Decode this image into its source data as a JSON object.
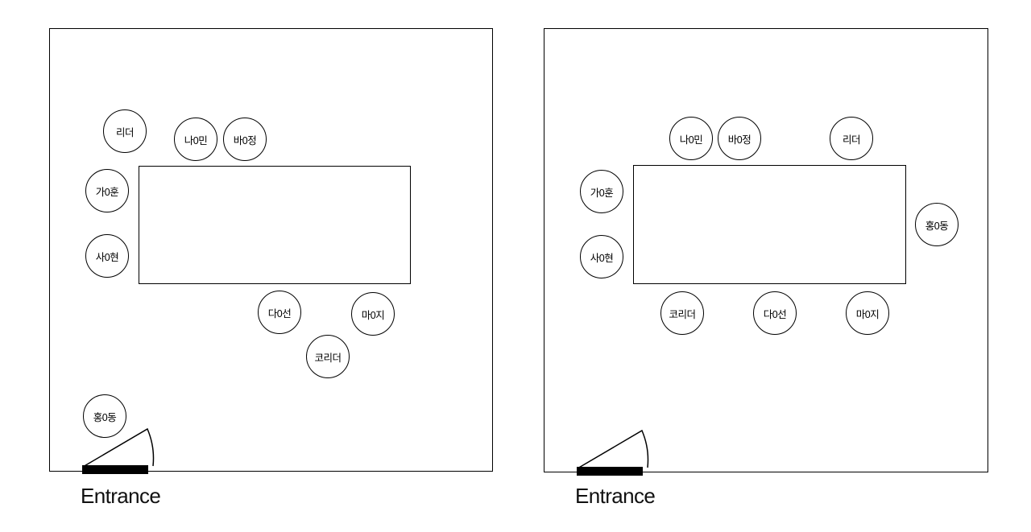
{
  "colors": {
    "line": "#000000",
    "background": "#ffffff",
    "door_fill": "#000000"
  },
  "diagrams": [
    {
      "id": "left-seating-plan",
      "entrance_label": "Entrance",
      "seats": [
        "리더",
        "나0민",
        "바0정",
        "가0훈",
        "사0현",
        "다0선",
        "마0지",
        "코리더",
        "홍0동"
      ]
    },
    {
      "id": "right-seating-plan",
      "entrance_label": "Entrance",
      "seats": [
        "나0민",
        "바0정",
        "리더",
        "가0훈",
        "사0현",
        "홍0동",
        "코리더",
        "다0선",
        "마0지"
      ]
    }
  ]
}
